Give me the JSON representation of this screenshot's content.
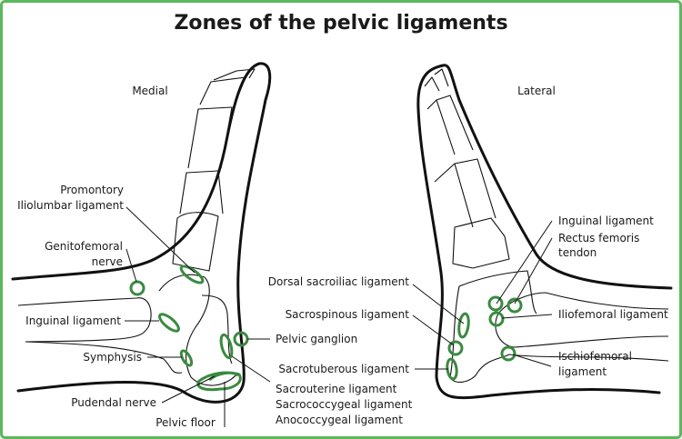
{
  "title": "Zones of the pelvic ligaments",
  "colors": {
    "frame": "#5cb85c",
    "zone": "#3a8a3f"
  },
  "medial": {
    "heading": "Medial",
    "labels": {
      "promontory": "Promontory",
      "iliolumbar": "Iliolumbar ligament",
      "genitofemoral_1": "Genitofemoral",
      "genitofemoral_2": "nerve",
      "inguinal": "Inguinal ligament",
      "symphysis": "Symphysis",
      "pudendal": "Pudendal nerve",
      "pelvic_floor": "Pelvic floor",
      "pelvic_ganglion": "Pelvic ganglion",
      "sacrouterine": "Sacrouterine ligament",
      "sacrococcygeal": "Sacrococcygeal ligament",
      "anococcygeal": "Anococcygeal ligament"
    }
  },
  "lateral": {
    "heading": "Lateral",
    "labels": {
      "dorsal_sacroiliac": "Dorsal sacroiliac ligament",
      "sacrospinous": "Sacrospinous ligament",
      "sacrotuberous": "Sacrotuberous ligament",
      "inguinal": "Inguinal ligament",
      "rectus_1": "Rectus femoris",
      "rectus_2": "tendon",
      "iliofemoral": "Iliofemoral ligament",
      "ischiofemoral_1": "Ischiofemoral",
      "ischiofemoral_2": "ligament"
    }
  }
}
